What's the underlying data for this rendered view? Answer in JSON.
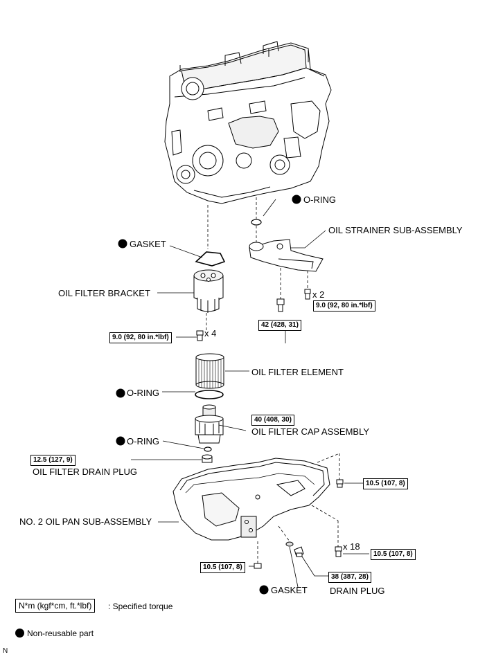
{
  "labels": {
    "o_ring_top": "O-RING",
    "oil_strainer": "OIL STRAINER SUB-ASSEMBLY",
    "gasket_top": "GASKET",
    "oil_filter_bracket": "OIL FILTER BRACKET",
    "oil_filter_element": "OIL FILTER ELEMENT",
    "o_ring_mid": "O-RING",
    "o_ring_low": "O-RING",
    "oil_filter_cap": "OIL FILTER CAP ASSEMBLY",
    "oil_filter_drain_plug": "OIL FILTER DRAIN PLUG",
    "oil_pan": "NO. 2 OIL PAN SUB-ASSEMBLY",
    "gasket_bottom": "GASKET",
    "drain_plug": "DRAIN PLUG"
  },
  "torques": {
    "strainer_bolt": "9.0 (92, 80 in.*lbf)",
    "strainer_nut": "42 (428, 31)",
    "bracket_bolt": "9.0 (92, 80 in.*lbf)",
    "cap": "40 (408, 30)",
    "filter_drain_plug": "12.5 (127, 9)",
    "pan_right_top": "10.5 (107, 8)",
    "pan_right_bottom": "10.5 (107, 8)",
    "pan_bottom_left": "10.5 (107, 8)",
    "drain_plug": "38 (387, 28)"
  },
  "quantities": {
    "strainer_bolts": "x 2",
    "bracket_bolts": "x 4",
    "pan_bolts": "x 18"
  },
  "legend": {
    "torque_units": "N*m (kgf*cm, ft.*lbf)",
    "torque_desc": ": Specified torque",
    "non_reusable": "Non-reusable part"
  },
  "corner_mark": "N"
}
